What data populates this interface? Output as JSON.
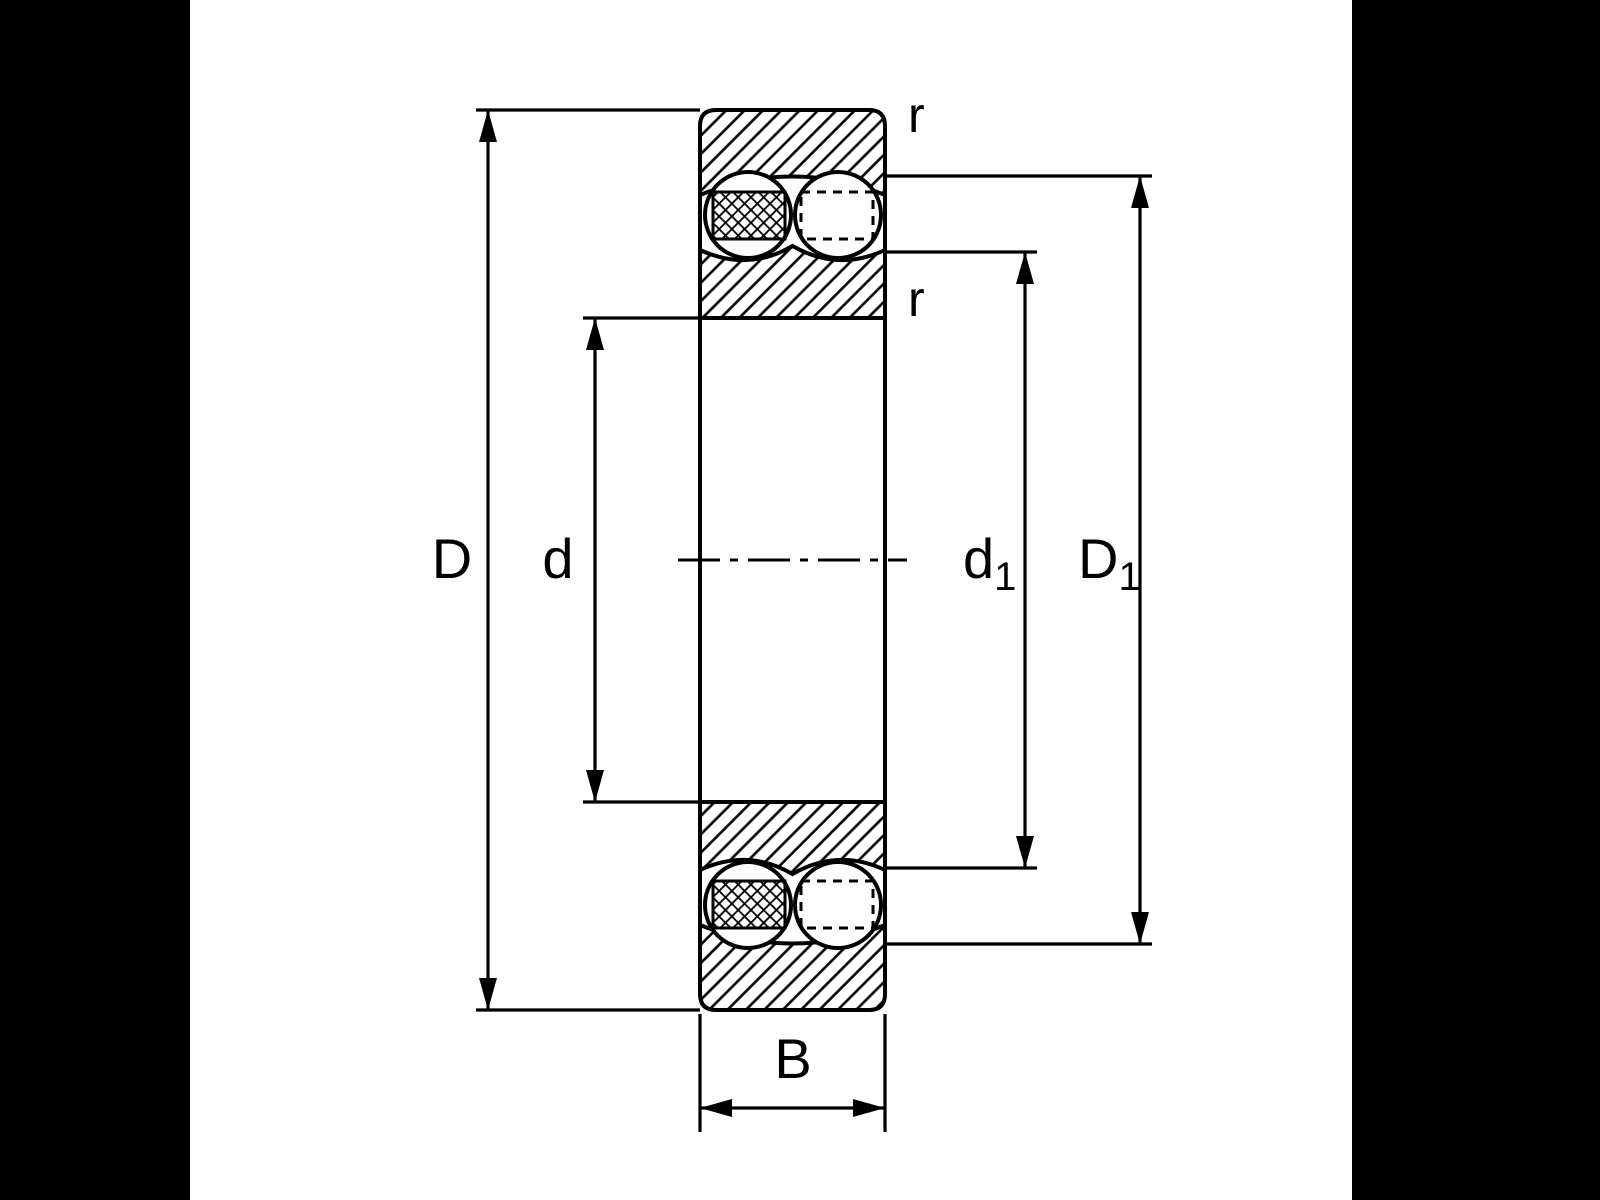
{
  "diagram": {
    "subject": "Double-row self-aligning ball bearing cross-section technical drawing",
    "colors": {
      "letterbox": "#000000",
      "paper": "#ffffff",
      "ink": "#000000"
    }
  },
  "dimensions": {
    "outer_diameter": {
      "label": "D"
    },
    "bore_diameter": {
      "label": "d"
    },
    "inner_shoulder_diameter": {
      "label": "d",
      "subscript": "1"
    },
    "outer_raceway_diameter": {
      "label": "D",
      "subscript": "1"
    },
    "width": {
      "label": "B"
    },
    "corner_radius_outer": {
      "label": "r"
    },
    "corner_radius_bore": {
      "label": "r"
    }
  }
}
